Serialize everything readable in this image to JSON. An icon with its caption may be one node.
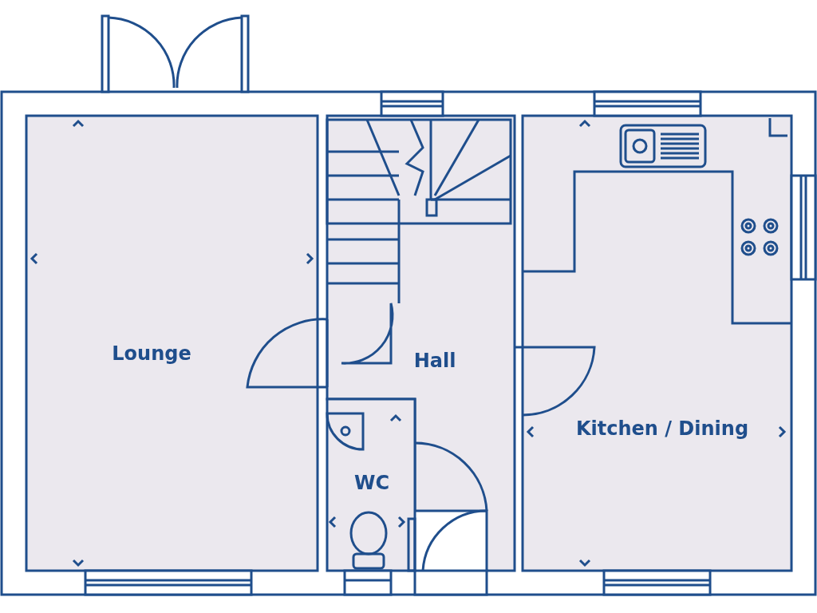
{
  "diagram": {
    "labels": [
      "Lounge",
      "Hall",
      "Kitchen / Dining",
      "WC"
    ]
  }
}
